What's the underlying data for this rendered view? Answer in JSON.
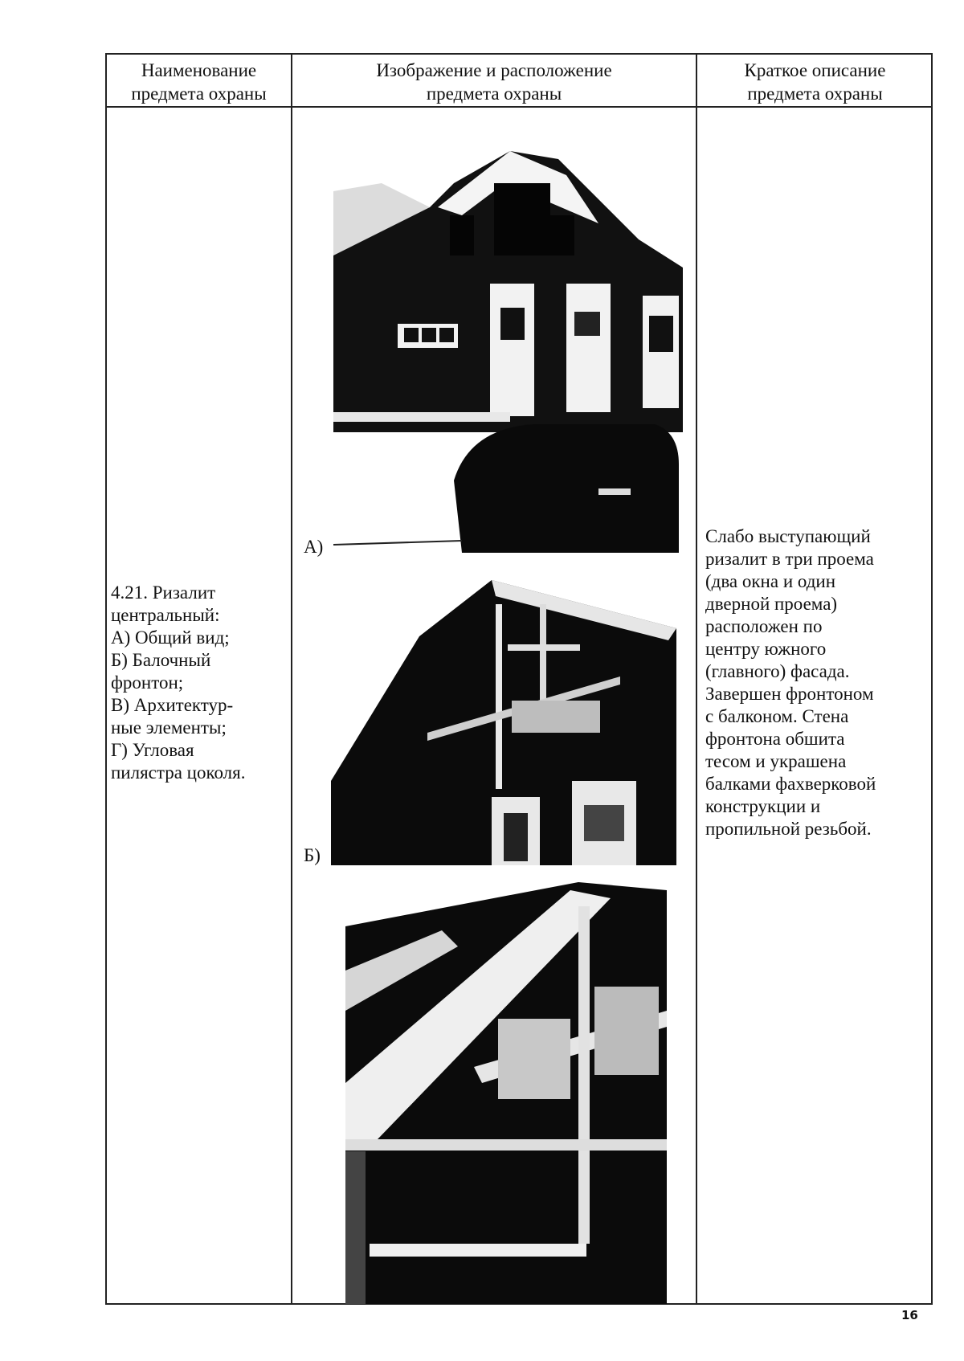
{
  "table": {
    "headers": [
      {
        "line1": "Наименование",
        "line2": "предмета охраны"
      },
      {
        "line1": "Изображение и расположение",
        "line2": "предмета охраны"
      },
      {
        "line1": "Краткое описание",
        "line2": "предмета охраны"
      }
    ],
    "row": {
      "name_lines": [
        "4.21. Ризалит",
        "центральный:",
        "А) Общий вид;",
        "Б) Балочный",
        "фронтон;",
        "В) Архитектур-",
        "ные элементы;",
        "Г) Угловая",
        "пилястра цоколя."
      ],
      "images": [
        {
          "label": "А)",
          "alt": "Общий вид здания с ризалитом и автомобилем"
        },
        {
          "label": "Б)",
          "alt": "Балочный фронтон с балконом"
        },
        {
          "label": "",
          "alt": "Архитектурные элементы фронтона"
        }
      ],
      "description_lines": [
        "Слабо выступающий",
        "ризалит в три проема",
        "(два окна и один",
        "дверной проема)",
        "расположен по",
        "центру южного",
        "(главного) фасада.",
        "Завершен фронтоном",
        "с балконом. Стена",
        "фронтона обшита",
        "тесом и украшена",
        "балками фахверковой",
        "конструкции и",
        "пропильной резьбой."
      ]
    }
  },
  "page_number": "16"
}
